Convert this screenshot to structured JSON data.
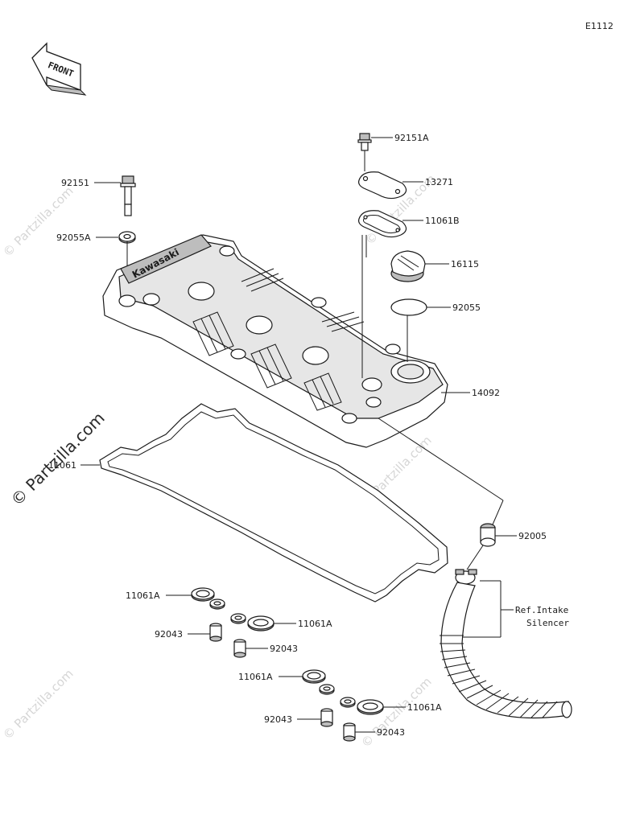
{
  "diagram_code": "E1112",
  "front_label": "FRONT",
  "brand_label": "Kawasaki",
  "watermark_text": "© Partzilla.com",
  "ref_note": {
    "line1": "Ref.Intake",
    "line2": "Silencer"
  },
  "parts": {
    "p92151": "92151",
    "p92055A": "92055A",
    "p92151A": "92151A",
    "p13271": "13271",
    "p11061B": "11061B",
    "p16115": "16115",
    "p92055": "92055",
    "p14092": "14092",
    "p11061": "11061",
    "p92005": "92005",
    "p11061A_1": "11061A",
    "p92043_1": "92043",
    "p11061A_2": "11061A",
    "p92043_2": "92043",
    "p11061A_3": "11061A",
    "p92043_3": "92043",
    "p11061A_4": "11061A",
    "p92043_4": "92043"
  }
}
